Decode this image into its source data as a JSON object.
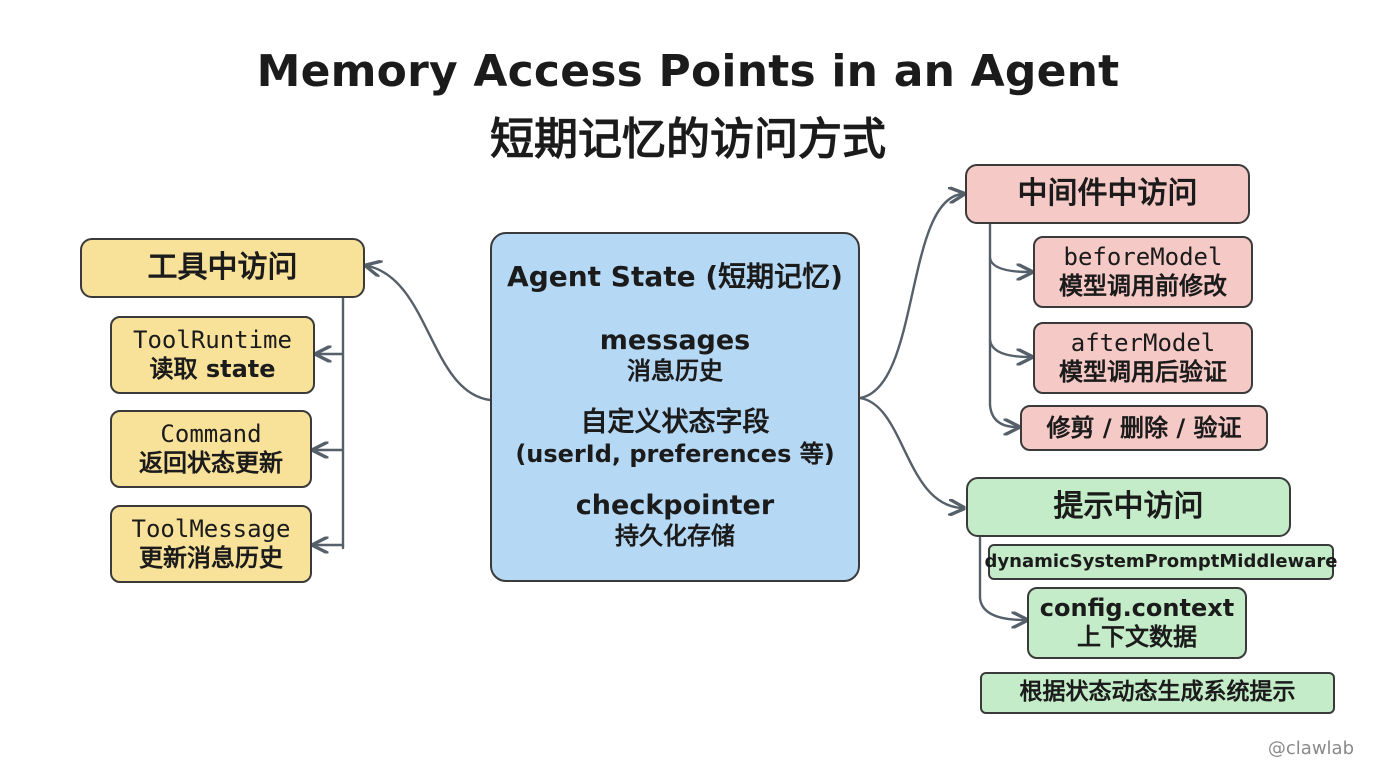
{
  "title": {
    "en": "Memory Access Points in an Agent",
    "zh": "短期记忆的访问方式"
  },
  "center": {
    "title": "Agent State (短期记忆)",
    "items": [
      {
        "main": "messages",
        "sub": "消息历史"
      },
      {
        "main": "自定义状态字段",
        "sub": "(userId, preferences 等)"
      },
      {
        "main": "checkpointer",
        "sub": "持久化存储"
      }
    ]
  },
  "tools": {
    "header": "工具中访问",
    "items": [
      {
        "line1": "ToolRuntime",
        "line2": "读取 state"
      },
      {
        "line1": "Command",
        "line2": "返回状态更新"
      },
      {
        "line1": "ToolMessage",
        "line2": "更新消息历史"
      }
    ]
  },
  "middleware": {
    "header": "中间件中访问",
    "items": [
      {
        "line1": "beforeModel",
        "line2": "模型调用前修改"
      },
      {
        "line1": "afterModel",
        "line2": "模型调用后验证"
      },
      {
        "line1": "修剪 / 删除 / 验证"
      }
    ]
  },
  "prompt": {
    "header": "提示中访问",
    "items": [
      {
        "line1": "dynamicSystemPromptMiddleware"
      },
      {
        "line1": "config.context",
        "line2": "上下文数据"
      },
      {
        "line1": "根据状态动态生成系统提示"
      }
    ]
  },
  "watermark": "@clawlab",
  "colors": {
    "tools": "#f8e29a",
    "center": "#b5d8f4",
    "middleware": "#f5c9c6",
    "prompt": "#c4ecc8",
    "stroke": "#3a3a3a",
    "connector": "#55606a"
  }
}
